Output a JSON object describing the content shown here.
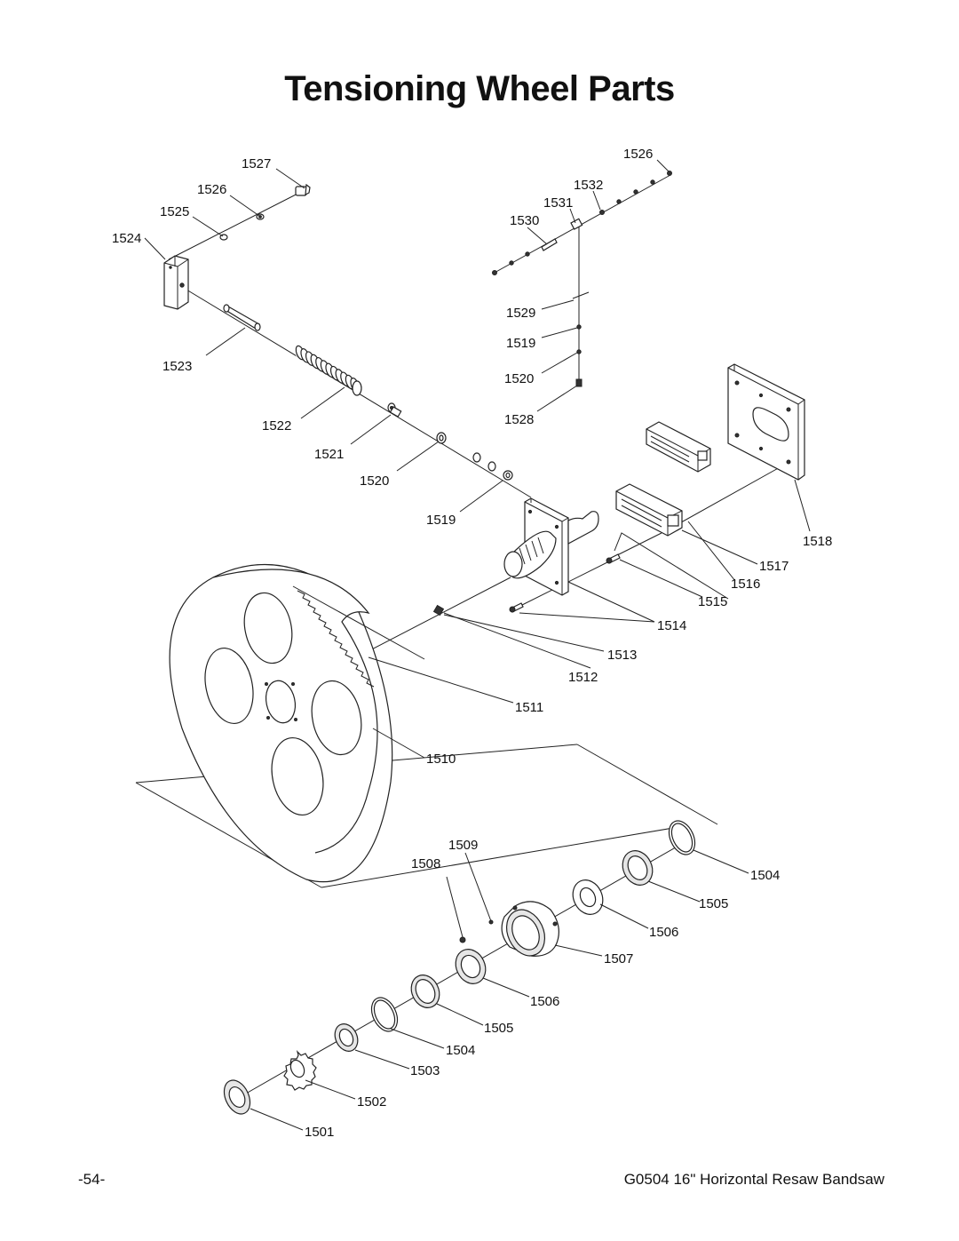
{
  "title": "Tensioning Wheel Parts",
  "footer": {
    "page_number": "-54-",
    "manual_title": "G0504 16\" Horizontal Resaw Bandsaw"
  },
  "callouts": {
    "p1501": "1501",
    "p1502": "1502",
    "p1503": "1503",
    "p1504a": "1504",
    "p1505a": "1505",
    "p1506a": "1506",
    "p1507": "1507",
    "p1508": "1508",
    "p1509": "1509",
    "p1506b": "1506",
    "p1505b": "1505",
    "p1504b": "1504",
    "p1510": "1510",
    "p1511": "1511",
    "p1512": "1512",
    "p1513": "1513",
    "p1514": "1514",
    "p1515": "1515",
    "p1516": "1516",
    "p1517": "1517",
    "p1518": "1518",
    "p1519a": "1519",
    "p1520a": "1520",
    "p1521": "1521",
    "p1522": "1522",
    "p1523": "1523",
    "p1524": "1524",
    "p1525": "1525",
    "p1526a": "1526",
    "p1527": "1527",
    "p1526b": "1526",
    "p1532": "1532",
    "p1531": "1531",
    "p1530": "1530",
    "p1529": "1529",
    "p1519b": "1519",
    "p1520b": "1520",
    "p1528": "1528"
  }
}
